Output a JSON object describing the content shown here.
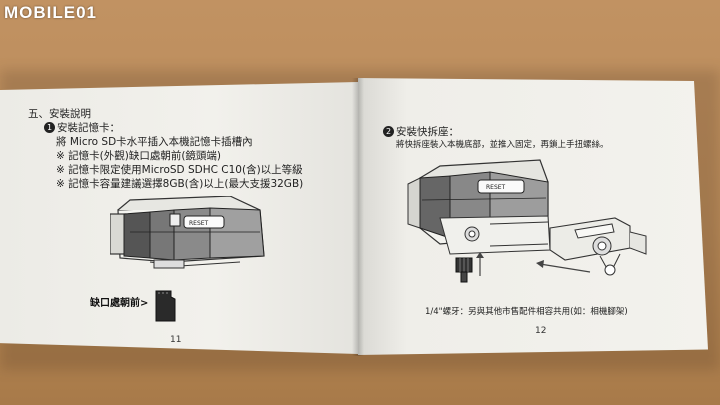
{
  "watermark": "MOBILE01",
  "left_page": {
    "section_title": "五、安裝說明",
    "step1_number": "1",
    "step1_title": "安裝記憶卡：",
    "line1": "將 Micro SD卡水平插入本機記憶卡插槽內",
    "note1": "※ 記憶卡(外觀)缺口處朝前(鏡頭端)",
    "note2": "※ 記憶卡限定使用MicroSD SDHC C10(含)以上等級",
    "note3": "※ 記憶卡容量建議選擇8GB(含)以上(最大支援32GB)",
    "card_label": "缺口處朝前>",
    "camera_button": "RESET",
    "page_number": "11"
  },
  "right_page": {
    "step2_number": "2",
    "step2_title": "安裝快拆座：",
    "line1": "將快拆座裝入本機底部，並推入固定，再鎖上手扭螺絲。",
    "camera_button": "RESET",
    "caption": "1/4\"螺牙：另與其他市售配件相容共用(如：相機腳架)",
    "page_number": "12"
  }
}
